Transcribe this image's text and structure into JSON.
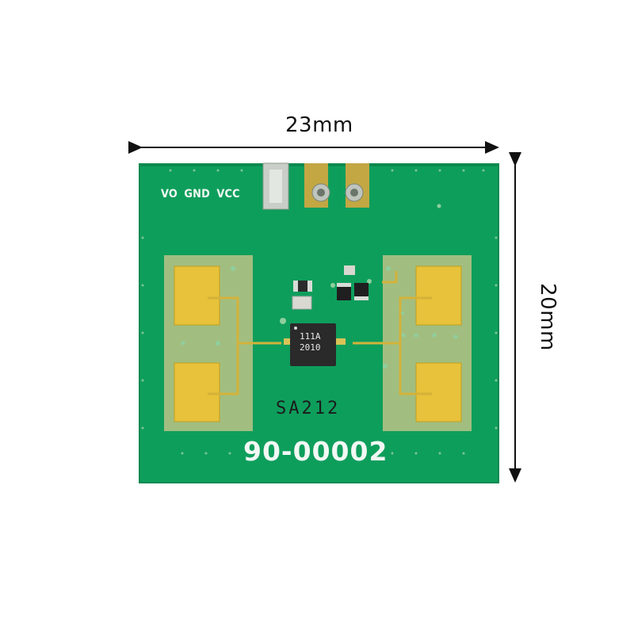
{
  "dimensions": {
    "width": "23mm",
    "height": "20mm"
  },
  "board": {
    "pin_labels": "VO GND VCC",
    "board_number": "90-00002",
    "chip_marking": "SA212",
    "ic_line1": "111A",
    "ic_line2": "2010"
  },
  "colors": {
    "pcb": "#0e9e5c",
    "pad_gold": "#e7c23a",
    "silkscreen": "#f2f8f4",
    "ic": "#2a2a2a"
  }
}
